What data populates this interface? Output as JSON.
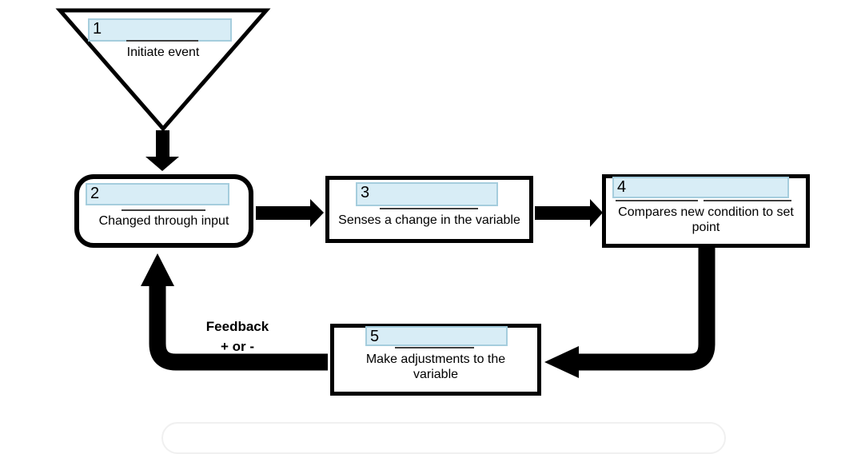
{
  "diagram": {
    "nodes": {
      "n1": {
        "number": "1",
        "label": "Initiate event",
        "shape": "inverted-triangle"
      },
      "n2": {
        "number": "2",
        "label": "Changed through input",
        "shape": "rounded-rectangle"
      },
      "n3": {
        "number": "3",
        "label": "Senses a change in the variable",
        "shape": "rectangle"
      },
      "n4": {
        "number": "4",
        "label": "Compares new condition to set point",
        "shape": "rectangle"
      },
      "n5": {
        "number": "5",
        "label": "Make adjustments to the variable",
        "shape": "rectangle"
      }
    },
    "feedback": {
      "line1": "Feedback",
      "line2": "+ or -"
    },
    "colors": {
      "field_fill": "#D8EDF6",
      "field_border": "#A5CDDD",
      "shape_stroke": "#000000",
      "underline": "#3F3F3F",
      "faint_outline": "#F0F0F0"
    }
  }
}
